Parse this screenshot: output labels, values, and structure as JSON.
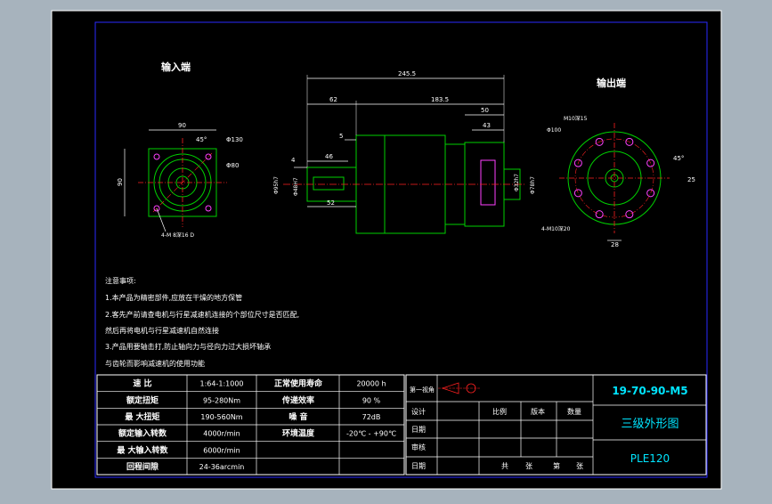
{
  "colors": {
    "background": "#000000",
    "frame": "#1a1aff",
    "dimension": "#ffffff",
    "part_green": "#00d000",
    "hole_magenta": "#ff40ff",
    "centerline_red": "#ff2020",
    "text_white": "#ffffff",
    "title_cyan": "#00e5ff",
    "outer_gray": "#a7b3bd"
  },
  "views": {
    "input_label": "输入端",
    "output_label": "输出端"
  },
  "dims": {
    "input_90_top": "90",
    "input_90_left": "90",
    "input_45deg": "45°",
    "input_phi130": "Φ130",
    "input_phi80": "Φ80",
    "input_holes": "4-M 8深16 D",
    "side_245_5": "245.5",
    "side_62": "62",
    "side_183_5": "183.5",
    "side_50": "50",
    "side_5": "5",
    "side_43": "43",
    "side_4": "4",
    "side_46": "46",
    "side_52": "52",
    "side_phi_left1": "Φ95h7",
    "side_phi_left2": "Φ48H7",
    "side_phi_right1": "Φ32h7",
    "side_phi_right2": "Φ78h7",
    "out_m10": "M10深15",
    "out_phi100": "Φ100",
    "out_holes": "4-M10深20",
    "out_25": "25",
    "out_28": "28",
    "out_45": "45°"
  },
  "notes": {
    "title": "注意事项:",
    "line1": "1.本产品为精密部件,应放在干燥的地方保管",
    "line2": "2.客先产前请查电机与行星减速机连接的个部位尺寸是否匹配,",
    "line3": "然后再将电机与行星减速机自然连接",
    "line4": "3.产品用要轴击打,防止轴向力与径向力过大损坏轴承",
    "line5": "与齿轮而影响减速机的使用功能"
  },
  "spec_table": [
    {
      "l1": "速 比",
      "v1": "1:64-1:1000",
      "l2": "正常使用寿命",
      "v2": "20000 h"
    },
    {
      "l1": "额定扭矩",
      "v1": "95-280Nm",
      "l2": "传递效率",
      "v2": "90 %"
    },
    {
      "l1": "最 大扭矩",
      "v1": "190-560Nm",
      "l2": "噪 音",
      "v2": "72dB"
    },
    {
      "l1": "额定输入转数",
      "v1": "4000r/min",
      "l2": "环境温度",
      "v2": "-20℃ - +90℃"
    },
    {
      "l1": "最 大输入转数",
      "v1": "6000r/min",
      "l2": "",
      "v2": ""
    },
    {
      "l1": "回程间隙",
      "v1": "24-36arcmin",
      "l2": "",
      "v2": ""
    }
  ],
  "title_block": {
    "projection": "第一视角",
    "design": "设计",
    "date": "日期",
    "review": "审核",
    "scale": "比例",
    "version": "版本",
    "quantity": "数量",
    "sheet_total": "共",
    "sheet_word1": "张",
    "sheet_no": "第",
    "sheet_word2": "张",
    "code": "19-70-90-M5",
    "drawing_name": "三级外形图",
    "model": "PLE120"
  }
}
